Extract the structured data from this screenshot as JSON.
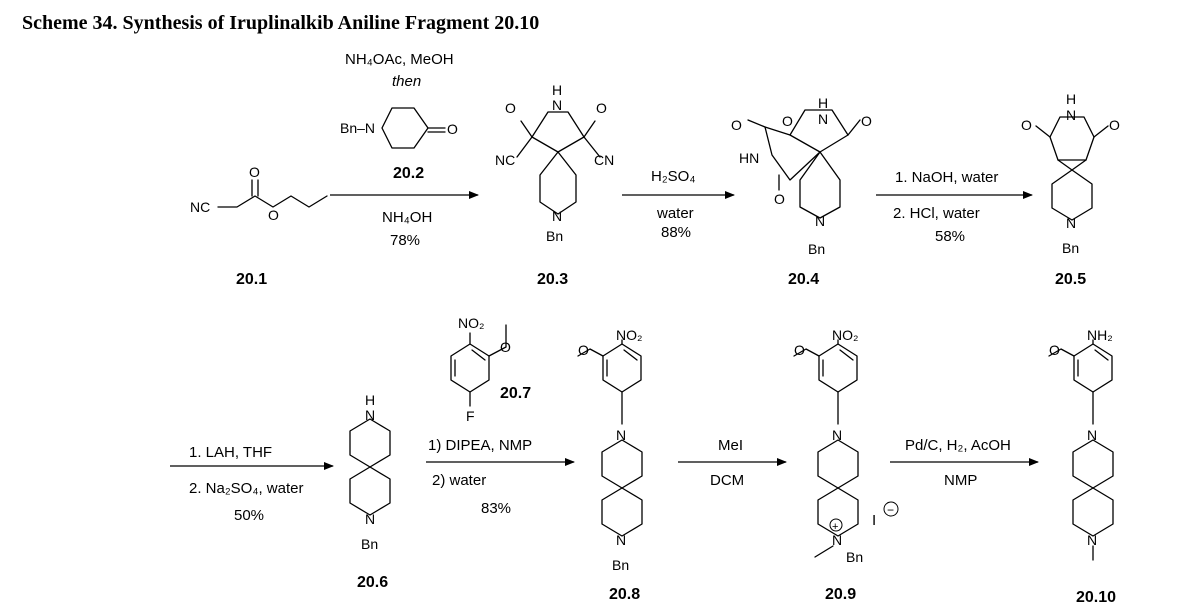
{
  "title": "Scheme 34. Synthesis of Iruplinalkib Aniline Fragment 20.10",
  "compounds": {
    "c20_1": "20.1",
    "c20_2": "20.2",
    "c20_3": "20.3",
    "c20_4": "20.4",
    "c20_5": "20.5",
    "c20_6": "20.6",
    "c20_7": "20.7",
    "c20_8": "20.8",
    "c20_9": "20.9",
    "c20_10": "20.10"
  },
  "steps": {
    "s1": {
      "above_1": "NH₄OAc, MeOH",
      "above_2": "then",
      "below_1": "NH₄OH",
      "below_2": "78%"
    },
    "s2": {
      "above": "H₂SO₄",
      "below_1": "water",
      "below_2": "88%"
    },
    "s3": {
      "above": "1. NaOH, water",
      "below_1": "2. HCl, water",
      "below_2": "58%"
    },
    "s4": {
      "above": "1. LAH, THF",
      "below_1": "2. Na₂SO₄, water",
      "below_2": "50%"
    },
    "s5": {
      "above": "1) DIPEA, NMP",
      "below_1": "2) water",
      "below_2": "83%"
    },
    "s6": {
      "above": "MeI",
      "below": "DCM"
    },
    "s7": {
      "above": "Pd/C, H₂, AcOH",
      "below": "NMP"
    }
  },
  "atoms": {
    "nc": "NC",
    "cn": "CN",
    "o": "O",
    "n": "N",
    "h": "H",
    "hn": "HN",
    "bn": "Bn",
    "bn_n": "Bn–N",
    "f": "F",
    "no2": "NO₂",
    "nh2": "NH₂",
    "iodide": "I",
    "plus": "+",
    "minus": "−"
  }
}
